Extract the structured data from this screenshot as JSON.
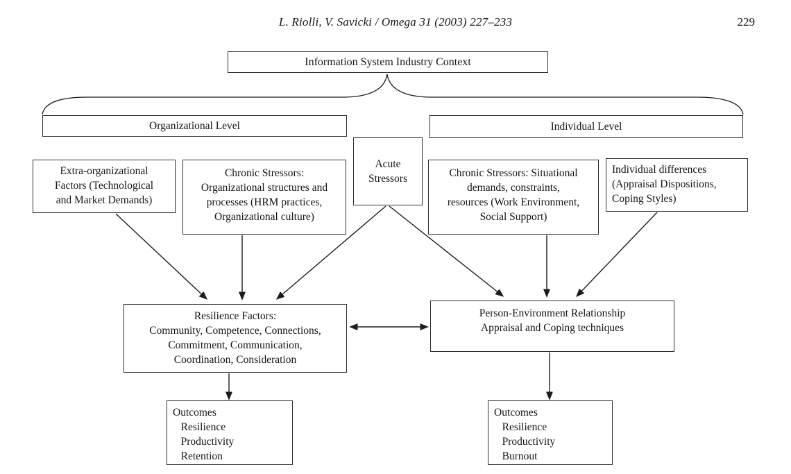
{
  "header": {
    "citation": "L. Riolli, V. Savicki / Omega 31 (2003) 227–233",
    "page_number": "229"
  },
  "diagram": {
    "context": {
      "label": "Information System Industry Context"
    },
    "levels": {
      "organizational": {
        "label": "Organizational Level"
      },
      "individual": {
        "label": "Individual Level"
      }
    },
    "nodes": {
      "extra_org": {
        "lines": [
          "Extra-organizational",
          "Factors (Technological",
          "and Market Demands)"
        ]
      },
      "chronic_org": {
        "lines": [
          "Chronic Stressors:",
          "Organizational structures and",
          "processes (HRM practices,",
          "Organizational culture)"
        ]
      },
      "acute": {
        "lines": [
          "Acute",
          "Stressors"
        ]
      },
      "chronic_situational": {
        "lines": [
          "Chronic Stressors: Situational",
          "demands, constraints,",
          "resources (Work Environment,",
          "Social Support)"
        ]
      },
      "individual_differences": {
        "lines": [
          "Individual differences",
          "(Appraisal Dispositions,",
          "Coping Styles)"
        ]
      },
      "resilience": {
        "lines": [
          "Resilience Factors:",
          "Community, Competence, Connections,",
          "Commitment, Communication,",
          "Coordination, Consideration"
        ]
      },
      "person_environment": {
        "lines": [
          "Person-Environment Relationship",
          "Appraisal and Coping techniques"
        ]
      },
      "outcomes_left": {
        "lines": [
          "Outcomes",
          "   Resilience",
          "   Productivity",
          "   Retention"
        ]
      },
      "outcomes_right": {
        "lines": [
          "Outcomes",
          "   Resilience",
          "   Productivity",
          "   Burnout"
        ]
      }
    },
    "edges": [
      {
        "from": "context",
        "to": "organizational_level_and_individual_level",
        "type": "brace"
      },
      {
        "from": "extra_org",
        "to": "resilience",
        "type": "arrow"
      },
      {
        "from": "chronic_org",
        "to": "resilience",
        "type": "arrow"
      },
      {
        "from": "acute",
        "to": "resilience",
        "type": "arrow"
      },
      {
        "from": "acute",
        "to": "person_environment",
        "type": "arrow"
      },
      {
        "from": "chronic_situational",
        "to": "person_environment",
        "type": "arrow"
      },
      {
        "from": "individual_differences",
        "to": "person_environment",
        "type": "arrow"
      },
      {
        "from": "resilience",
        "to": "person_environment",
        "type": "double-arrow"
      },
      {
        "from": "resilience",
        "to": "outcomes_left",
        "type": "arrow"
      },
      {
        "from": "person_environment",
        "to": "outcomes_right",
        "type": "arrow"
      }
    ],
    "colors": {
      "ink": "#1c1c1c",
      "background": "#ffffff"
    }
  }
}
